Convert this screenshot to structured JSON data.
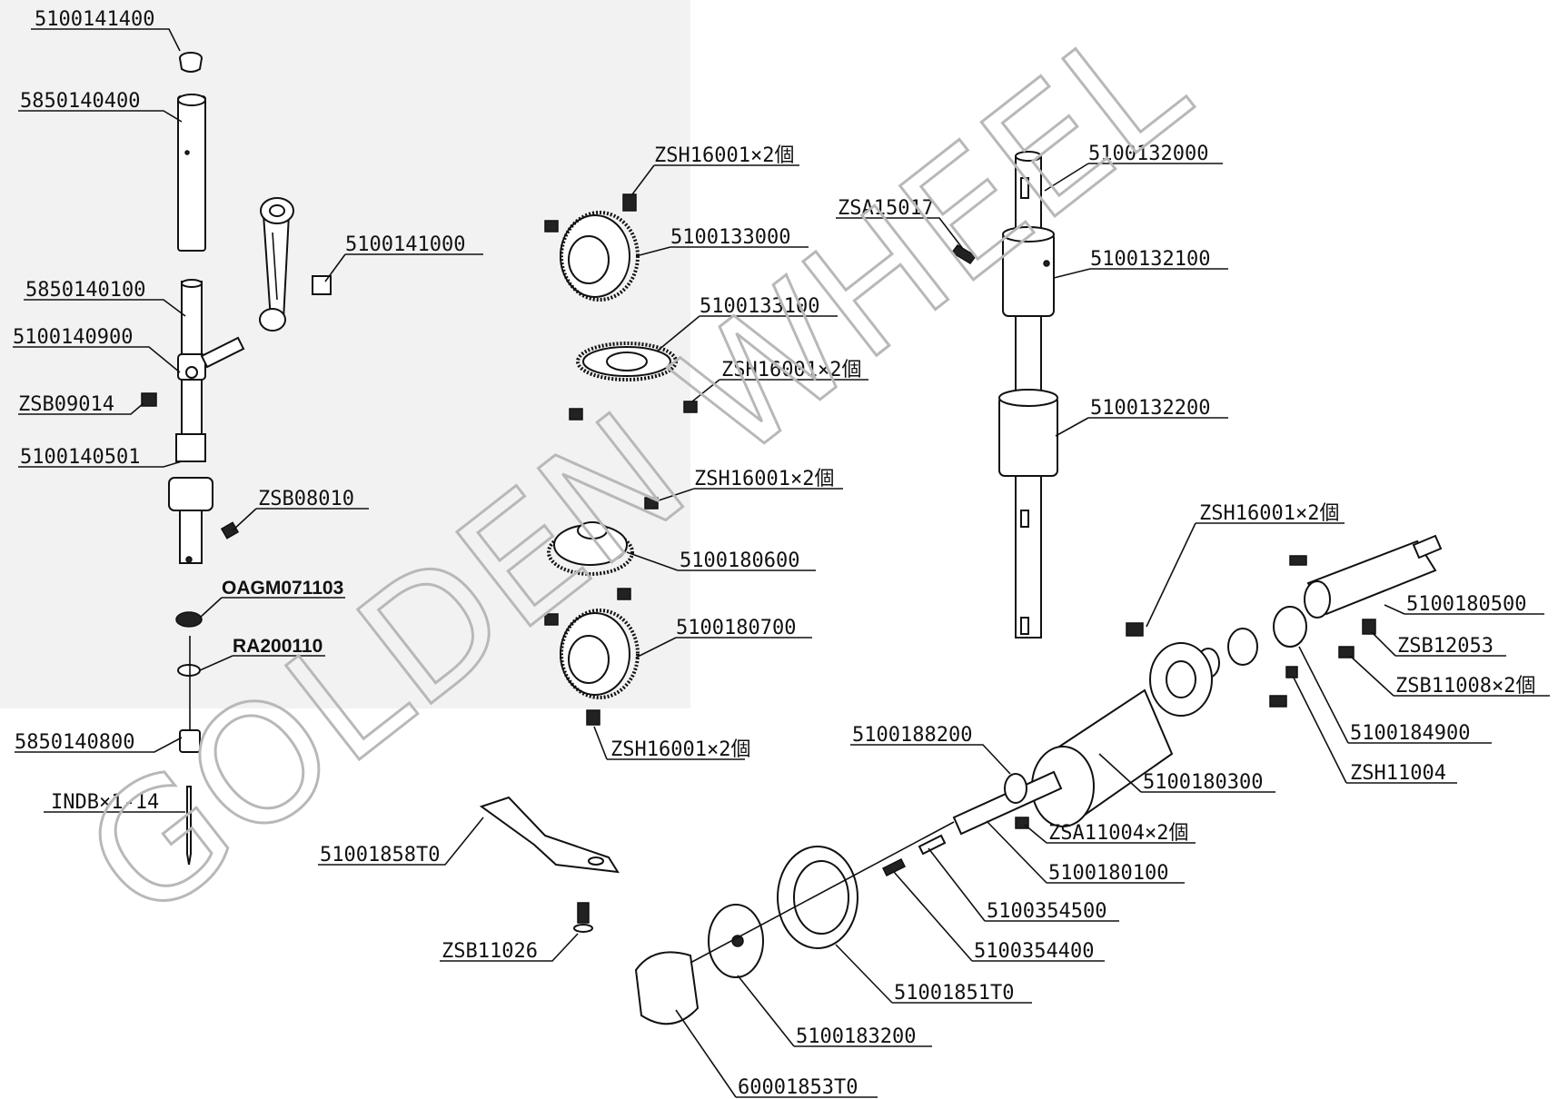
{
  "watermark": "GOLDEN WHEEL",
  "labels": {
    "p5100141400": "5100141400",
    "p5850140400": "5850140400",
    "p5100141000": "5100141000",
    "p5850140100": "5850140100",
    "p5100140900": "5100140900",
    "pZSB09014": "ZSB09014",
    "p5100140501": "5100140501",
    "pZSB08010": "ZSB08010",
    "pOAGM071103": "OAGM071103",
    "pRA200110": "RA200110",
    "p5850140800": "5850140800",
    "pINDB": "INDB×1-14",
    "pZSH1": "ZSH16001×2個",
    "p5100133000": "5100133000",
    "p5100133100": "5100133100",
    "pZSH2": "ZSH16001×2個",
    "pZSH3": "ZSH16001×2個",
    "p5100180600": "5100180600",
    "p5100180700": "5100180700",
    "pZSH4": "ZSH16001×2個",
    "p5100132000": "5100132000",
    "pZSA15017": "ZSA15017",
    "p5100132100": "5100132100",
    "p5100132200": "5100132200",
    "pZSH5": "ZSH16001×2個",
    "p5100180500": "5100180500",
    "pZSB12053": "ZSB12053",
    "pZSB11008": "ZSB11008×2個",
    "p5100184900": "5100184900",
    "pZSH11004": "ZSH11004",
    "p5100188200": "5100188200",
    "p5100180300": "5100180300",
    "pZSA11004": "ZSA11004×2個",
    "p5100180100": "5100180100",
    "p51001858T0": "51001858T0",
    "p5100354500": "5100354500",
    "pZSB11026": "ZSB11026",
    "p5100354400": "5100354400",
    "p51001851T0": "51001851T0",
    "p5100183200": "5100183200",
    "p60001853T0": "60001853T0"
  }
}
